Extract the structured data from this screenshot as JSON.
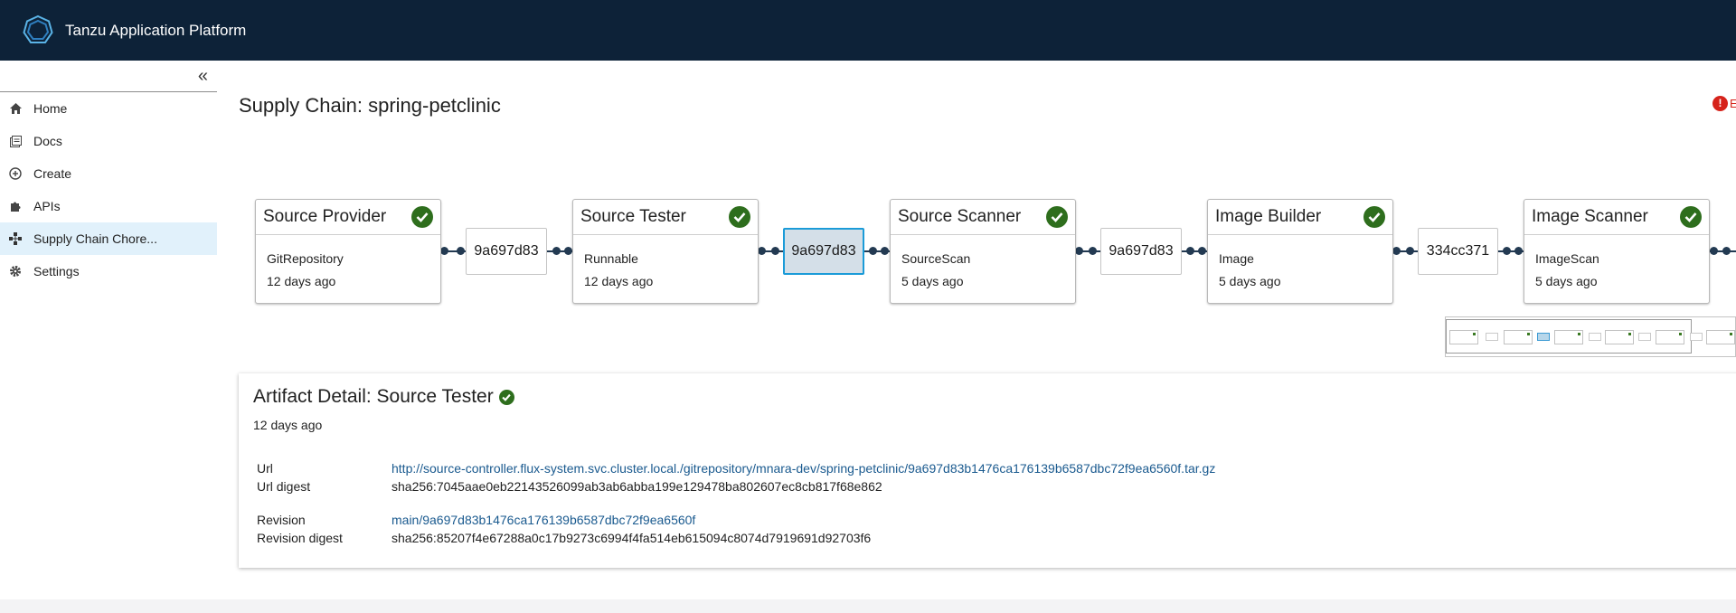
{
  "app": {
    "title": "Tanzu Application Platform"
  },
  "sidebar": {
    "collapse_icon": "double-chevron-left-icon",
    "items": [
      {
        "label": "Home",
        "icon": "home-icon"
      },
      {
        "label": "Docs",
        "icon": "docs-icon"
      },
      {
        "label": "Create",
        "icon": "create-icon"
      },
      {
        "label": "APIs",
        "icon": "puzzle-icon"
      },
      {
        "label": "Supply Chain Chore...",
        "icon": "supply-chain-icon",
        "active": true
      },
      {
        "label": "Settings",
        "icon": "gear-icon"
      }
    ]
  },
  "main": {
    "title": "Supply Chain: spring-petclinic",
    "error_badge": {
      "icon": "error-icon",
      "symbol": "!",
      "label": "E"
    }
  },
  "chain": {
    "nodes": [
      {
        "title": "Source Provider",
        "kind": "GitRepository",
        "age": "12 days ago",
        "status": "success"
      },
      {
        "title": "Source Tester",
        "kind": "Runnable",
        "age": "12 days ago",
        "status": "success"
      },
      {
        "title": "Source Scanner",
        "kind": "SourceScan",
        "age": "5 days ago",
        "status": "success"
      },
      {
        "title": "Image Builder",
        "kind": "Image",
        "age": "5 days ago",
        "status": "success"
      },
      {
        "title": "Image Scanner",
        "kind": "ImageScan",
        "age": "5 days ago",
        "status": "success"
      }
    ],
    "artifacts": [
      {
        "label": "9a697d83",
        "selected": false
      },
      {
        "label": "9a697d83",
        "selected": true
      },
      {
        "label": "9a697d83",
        "selected": false
      },
      {
        "label": "334cc371",
        "selected": false
      }
    ]
  },
  "detail": {
    "title": "Artifact Detail: Source Tester",
    "age": "12 days ago",
    "rows": {
      "url_label": "Url",
      "url_value": "http://source-controller.flux-system.svc.cluster.local./gitrepository/mnara-dev/spring-petclinic/9a697d83b1476ca176139b6587dbc72f9ea6560f.tar.gz",
      "url_digest_label": "Url digest",
      "url_digest_value": "sha256:7045aae0eb22143526099ab3ab6abba199e129478ba802607ec8cb817f68e862",
      "revision_label": "Revision",
      "revision_value": "main/9a697d83b1476ca176139b6587dbc72f9ea6560f",
      "revision_digest_label": "Revision digest",
      "revision_digest_value": "sha256:85207f4e67288a0c17b9273c6994f4fa514eb615094c8074d7919691d92703f6"
    },
    "status_icon": "check-circle-icon"
  },
  "colors": {
    "topbar": "#0d2238",
    "success": "#2e6e1d",
    "selected_border": "#1b9bd8",
    "link": "#1a5a8f",
    "error": "#d6231b"
  }
}
